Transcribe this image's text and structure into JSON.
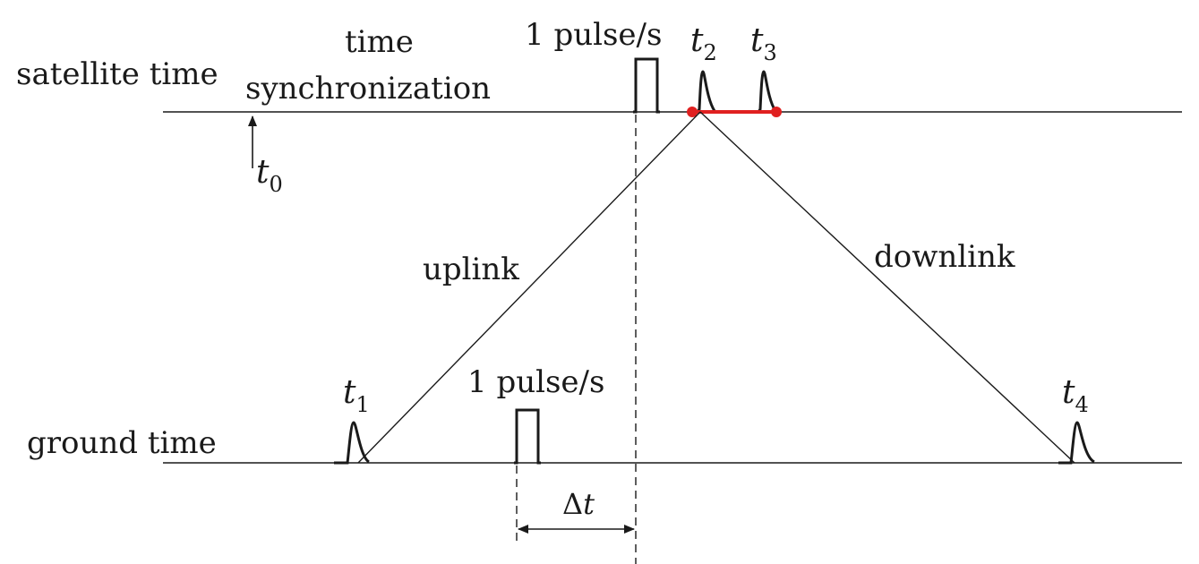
{
  "labels": {
    "satellite_time": "satellite time",
    "time_sync_line1": "time",
    "time_sync_line2": "synchronization",
    "ground_time": "ground time",
    "pulse_top": "1 pulse/s",
    "pulse_bottom": "1 pulse/s",
    "uplink": "uplink",
    "downlink": "downlink",
    "delta": "Δ",
    "delta_var": "t"
  },
  "time_marks": {
    "t0": {
      "var": "t",
      "sub": "0"
    },
    "t1": {
      "var": "t",
      "sub": "1"
    },
    "t2": {
      "var": "t",
      "sub": "2"
    },
    "t3": {
      "var": "t",
      "sub": "3"
    },
    "t4": {
      "var": "t",
      "sub": "4"
    }
  },
  "colors": {
    "line": "#1a1a1a",
    "highlight": "#e02020"
  }
}
